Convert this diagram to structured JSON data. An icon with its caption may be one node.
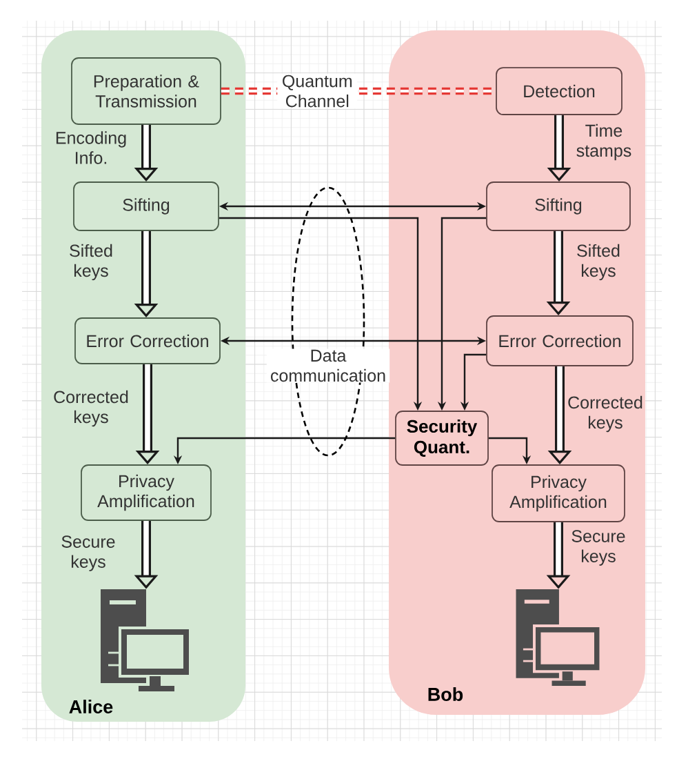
{
  "diagram": {
    "nodes": [
      {
        "text": [
          "Alice"
        ]
      },
      {
        "text": [
          "Preparation & Transmission"
        ],
        "in": 0
      },
      {
        "text": [
          "Sifting"
        ],
        "in": 0
      },
      {
        "text": [
          "Error Correction"
        ],
        "in": 0
      },
      {
        "text": [
          "Privacy Amplification"
        ],
        "in": 0
      },
      {
        "text": [],
        "shape": "computer",
        "in": 0
      },
      {
        "text": [
          "Bob"
        ]
      },
      {
        "text": [
          "Detection"
        ],
        "in": 6
      },
      {
        "text": [
          "Sifting"
        ],
        "in": 6
      },
      {
        "text": [
          "Error Correction"
        ],
        "in": 6
      },
      {
        "text": [
          "Security Quant."
        ],
        "in": 6
      },
      {
        "text": [
          "Privacy Amplification"
        ],
        "in": 6
      },
      {
        "text": [],
        "shape": "computer",
        "in": 6
      }
    ],
    "edges": [
      {
        "from": 1,
        "to": 7,
        "arrow": "none",
        "label": "Quantum Channel",
        "style": "dashed",
        "color": "#e53935"
      },
      {
        "from": 1,
        "to": 2,
        "arrow": "to",
        "label": "Encoding Info."
      },
      {
        "from": 2,
        "to": 3,
        "arrow": "to",
        "label": "Sifted keys"
      },
      {
        "from": 3,
        "to": 4,
        "arrow": "to",
        "label": "Corrected keys"
      },
      {
        "from": 4,
        "to": 5,
        "arrow": "to",
        "label": "Secure keys"
      },
      {
        "from": 7,
        "to": 8,
        "arrow": "to",
        "label": "Time stamps"
      },
      {
        "from": 8,
        "to": 9,
        "arrow": "to",
        "label": "Sifted keys"
      },
      {
        "from": 9,
        "to": 11,
        "arrow": "to",
        "label": "Corrected keys"
      },
      {
        "from": 11,
        "to": 12,
        "arrow": "to",
        "label": "Secure keys"
      },
      {
        "from": 2,
        "to": 8,
        "arrow": "both"
      },
      {
        "from": 2,
        "to": 10,
        "arrow": "to"
      },
      {
        "from": 8,
        "to": 10,
        "arrow": "to"
      },
      {
        "from": 3,
        "to": 9,
        "arrow": "both"
      },
      {
        "from": 9,
        "to": 10,
        "arrow": "to"
      },
      {
        "from": 10,
        "to": 4,
        "arrow": "to"
      },
      {
        "from": 10,
        "to": 11,
        "arrow": "to"
      }
    ],
    "labels": [
      "Data communication"
    ]
  }
}
